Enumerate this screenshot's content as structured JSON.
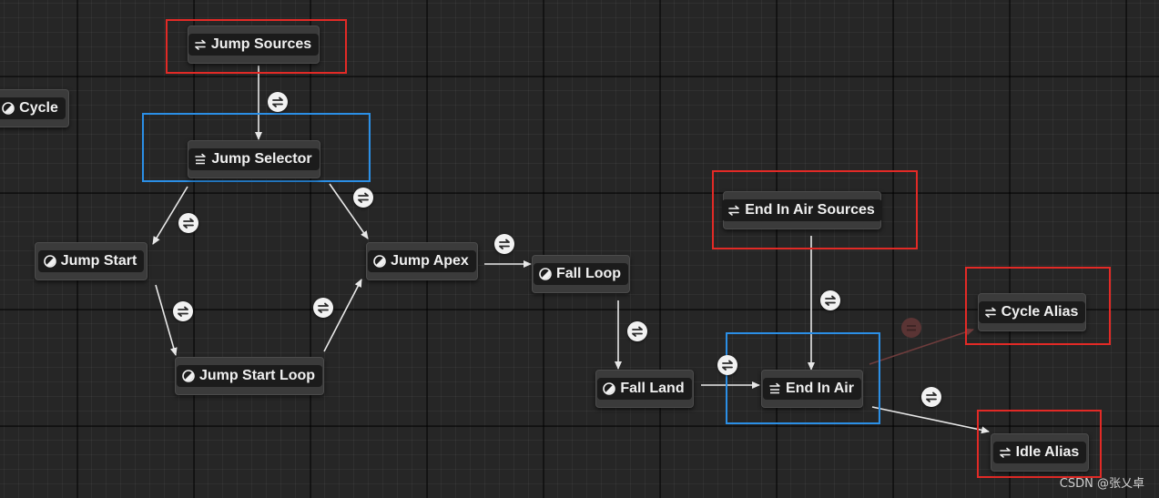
{
  "nodes": [
    {
      "label": "Jump Sources",
      "kind": "alias"
    },
    {
      "label": "Cycle",
      "kind": "state"
    },
    {
      "label": "Jump Selector",
      "kind": "conduit"
    },
    {
      "label": "Jump Start",
      "kind": "state"
    },
    {
      "label": "Jump Apex",
      "kind": "state"
    },
    {
      "label": "Jump Start Loop",
      "kind": "state"
    },
    {
      "label": "Fall Loop",
      "kind": "state"
    },
    {
      "label": "Fall Land",
      "kind": "state"
    },
    {
      "label": "End In Air Sources",
      "kind": "alias"
    },
    {
      "label": "End In Air",
      "kind": "conduit"
    },
    {
      "label": "Cycle Alias",
      "kind": "alias"
    },
    {
      "label": "Idle Alias",
      "kind": "alias"
    }
  ],
  "transitions": [
    {
      "from": "Jump Sources",
      "to": "Jump Selector"
    },
    {
      "from": "Jump Selector",
      "to": "Jump Start"
    },
    {
      "from": "Jump Selector",
      "to": "Jump Apex"
    },
    {
      "from": "Jump Start",
      "to": "Jump Start Loop"
    },
    {
      "from": "Jump Start Loop",
      "to": "Jump Apex"
    },
    {
      "from": "Jump Apex",
      "to": "Fall Loop"
    },
    {
      "from": "Fall Loop",
      "to": "Fall Land"
    },
    {
      "from": "Fall Land",
      "to": "End In Air"
    },
    {
      "from": "End In Air Sources",
      "to": "End In Air"
    },
    {
      "from": "End In Air",
      "to": "Cycle Alias",
      "dimmed": true
    },
    {
      "from": "End In Air",
      "to": "Idle Alias"
    }
  ],
  "highlight_colors": {
    "red": "#e22a26",
    "blue": "#2b8fe6"
  },
  "icons": {
    "state": "state-icon",
    "alias": "alias-icon",
    "conduit": "conduit-icon",
    "transition": "transition-icon"
  },
  "watermark": "CSDN @张乂卓"
}
